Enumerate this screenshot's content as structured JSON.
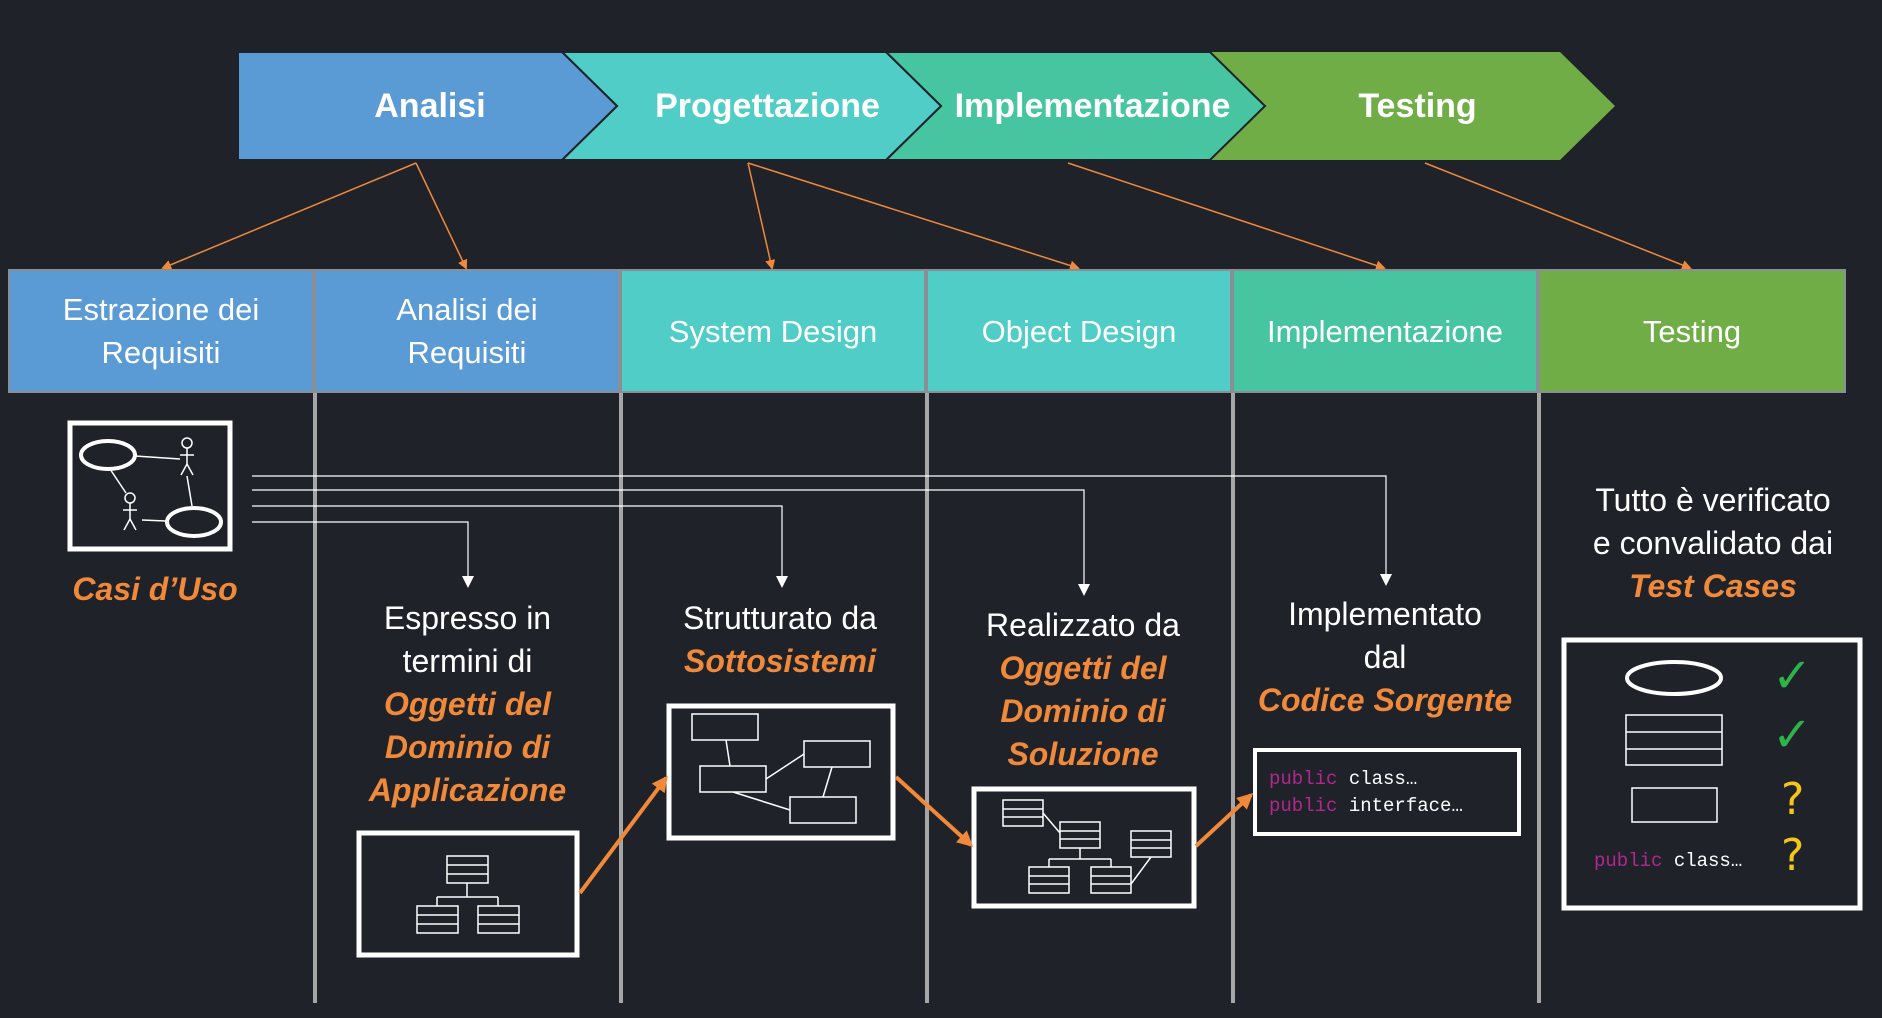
{
  "phases": [
    "Analisi",
    "Progettazione",
    "Implementazione",
    "Testing"
  ],
  "activities": [
    {
      "lines": [
        "Estrazione dei",
        "Requisiti"
      ]
    },
    {
      "lines": [
        "Analisi dei",
        "Requisiti"
      ]
    },
    {
      "lines": [
        "System Design"
      ]
    },
    {
      "lines": [
        "Object Design"
      ]
    },
    {
      "lines": [
        "Implementazione"
      ]
    },
    {
      "lines": [
        "Testing"
      ]
    }
  ],
  "use_cases_label": "Casi d’Uso",
  "columns": {
    "analisi": {
      "lines": [
        "Espresso in",
        "termini di"
      ],
      "highlight": [
        "Oggetti del",
        "Dominio di",
        "Applicazione"
      ]
    },
    "system": {
      "lines": [
        "Strutturato da"
      ],
      "highlight": [
        "Sottosistemi"
      ]
    },
    "object": {
      "lines": [
        "Realizzato da"
      ],
      "highlight": [
        "Oggetti del",
        "Dominio di",
        "Soluzione"
      ]
    },
    "impl": {
      "lines": [
        "Implementato",
        "dal"
      ],
      "highlight": [
        "Codice Sorgente"
      ]
    },
    "testing": {
      "lines": [
        "Tutto è verificato",
        "e convalidato dai"
      ],
      "highlight": [
        "Test Cases"
      ]
    }
  },
  "code": {
    "keyword": "public",
    "line1_rest": " class…",
    "line2_rest": " interface…"
  },
  "test_marks": {
    "check": "✓",
    "question": "?"
  },
  "colors": {
    "background": "#1f2329",
    "analisi_blue": "#5b9bd5",
    "progettazione_teal": "#4fcdc6",
    "implementazione_green": "#47c4a0",
    "testing_green": "#70ad47",
    "accent_orange": "#f0893a",
    "check_green": "#2db34a",
    "question_yellow": "#f5c518",
    "keyword_magenta": "#b0278d"
  }
}
